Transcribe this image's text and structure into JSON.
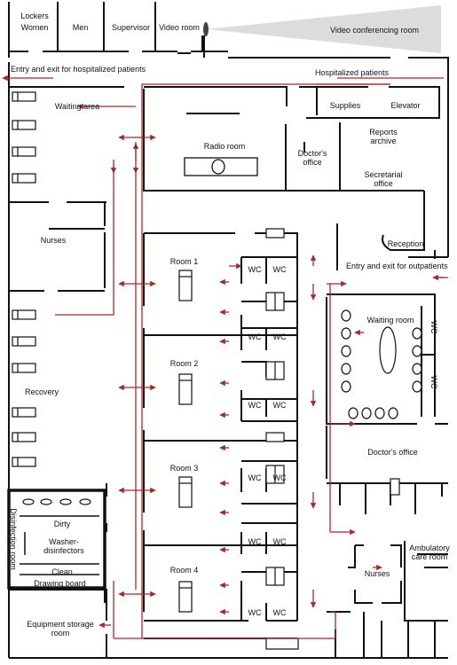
{
  "rooms": {
    "lockers": "Lockers",
    "women": "Women",
    "men": "Men",
    "supervisor": "Supervisor",
    "video_room": "Video room",
    "video_conferencing_room": "Video conferencing room",
    "entry_exit_hospitalized": "Entry and exit for hospitalized patients",
    "hospitalized_patients": "Hospitalized patients",
    "supplies": "Supplies",
    "elevator": "Elevator",
    "waiting_area": "Waiting area",
    "radio_room": "Radio room",
    "doctors_office_top": "Doctor's\noffice",
    "reports_archive": "Reports\narchive",
    "secretarial_office": "Secretarial\noffice",
    "nurses_left": "Nurses",
    "reception": "Reception",
    "entry_exit_outpatients": "Entry and exit for outpatients",
    "room_1": "Room 1",
    "room_2": "Room 2",
    "room_3": "Room 3",
    "room_4": "Room 4",
    "wc": "WC",
    "waiting_room": "Waiting room",
    "recovery": "Recovery",
    "doctors_office_right": "Doctor's office",
    "disinfection_room": "Disinfection room",
    "dirty": "Dirty",
    "washer_disinfectors": "Washer-\ndisinfectors",
    "clean": "Clean",
    "drawing_board": "Drawing board",
    "nurses_bottom": "Nurses",
    "ambulatory_care_room": "Ambulatory\ncare room",
    "equipment_storage_room": "Equipment storage\nroom"
  },
  "colors": {
    "wall": "#111111",
    "flow": "#a52a2a",
    "cone": "#d9d9d9"
  }
}
